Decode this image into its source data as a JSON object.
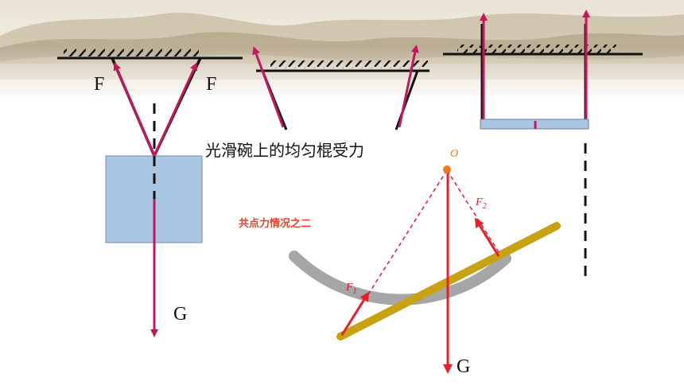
{
  "labels": {
    "left_force_1": "F",
    "left_force_2": "F",
    "left_weight": "G",
    "caption": "光滑碗上的均匀棍受力",
    "subtitle": "共点力情况之二",
    "point_o": "O",
    "f1": "F",
    "f1_sub": "1",
    "f2": "F",
    "f2_sub": "2",
    "bowl_weight": "G"
  },
  "colors": {
    "force_arrow": "#c8155f",
    "red_arrow": "#e5202a",
    "block_fill": "#a9c6e3",
    "rod": "#c9a213",
    "bowl": "#a6a6a6",
    "point_o": "#f07818"
  }
}
